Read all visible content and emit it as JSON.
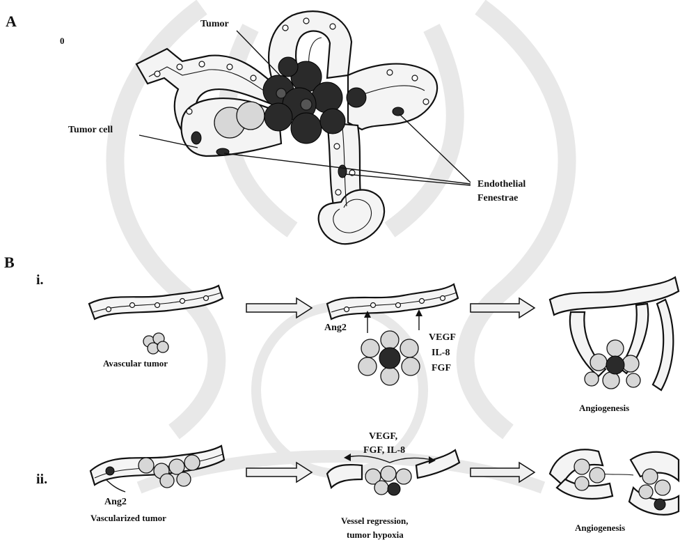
{
  "panel_a": {
    "letter": "A",
    "corner_mark": "0",
    "labels": {
      "tumor": "Tumor",
      "tumor_cell": "Tumor cell",
      "endothelial_line1": "Endothelial",
      "endothelial_line2": "Fenestrae"
    }
  },
  "panel_b": {
    "letter": "B",
    "row_i": {
      "numeral": "i.",
      "caption_1": "Avascular tumor",
      "factor_left": "Ang2",
      "factor_right_1": "VEGF",
      "factor_right_2": "IL-8",
      "factor_right_3": "FGF",
      "caption_3": "Angiogenesis"
    },
    "row_ii": {
      "numeral": "ii.",
      "factor_left": "Ang2",
      "factors_top_1": "VEGF,",
      "factors_top_2": "FGF, IL-8",
      "caption_1": "Vascularized tumor",
      "caption_2_line1": "Vessel regression,",
      "caption_2_line2": "tumor hypoxia",
      "caption_3": "Angiogenesis"
    }
  },
  "colors": {
    "ink": "#111111",
    "vessel_fill": "#f4f4f4",
    "tumor_fill": "#d7d7d7",
    "tumor_dark": "#2a2a2a",
    "watermark": "#e8e8e8"
  }
}
